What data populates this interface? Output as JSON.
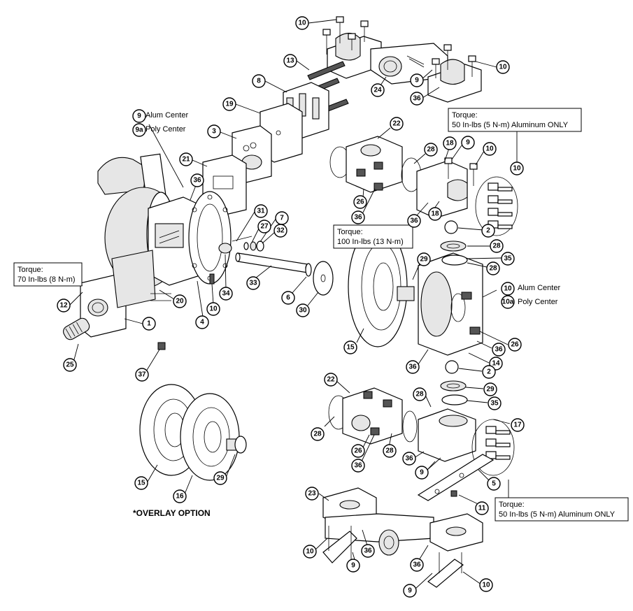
{
  "callouts": {
    "c10_top_left": "10",
    "c13": "13",
    "c24": "24",
    "c9_top": "9",
    "c36_top": "36",
    "c10_top_right": "10",
    "c8": "8",
    "c19": "19",
    "c3": "3",
    "c21": "21",
    "c36_mid": "36",
    "c31": "31",
    "c7": "7",
    "c27": "27",
    "c32": "32",
    "c12": "12",
    "c1": "1",
    "c25": "25",
    "c20": "20",
    "c4": "4",
    "c10_mid": "10",
    "c34": "34",
    "c33": "33",
    "c6": "6",
    "c30": "30",
    "c37": "37",
    "c22_top": "22",
    "c28_a": "28",
    "c18_a": "18",
    "c9_right": "9",
    "c10_right": "10",
    "c10_torque": "10",
    "c26_a": "26",
    "c36_a": "36",
    "c36_b": "36",
    "c18_b": "18",
    "c2_a": "2",
    "c28_b": "28",
    "c35_a": "35",
    "c28_c": "28",
    "c29_a": "29",
    "c10_center": "10",
    "c10a_center": "10a",
    "c15_a": "15",
    "c26_b": "26",
    "c36_c": "36",
    "c14": "14",
    "c36_d": "36",
    "c2_b": "2",
    "c29_b": "29",
    "c35_b": "35",
    "c22_b": "22",
    "c28_d": "28",
    "c17": "17",
    "c28_e": "28",
    "c26_c": "26",
    "c28_f": "28",
    "c36_e": "36",
    "c36_f": "36",
    "c9_b": "9",
    "c5": "5",
    "c11": "11",
    "c15_b": "15",
    "c16": "16",
    "c29_c": "29",
    "c23": "23",
    "c10_bl": "10",
    "c9_bl": "9",
    "c36_bl": "36",
    "c36_br": "36",
    "c9_br": "9",
    "c10_br": "10",
    "c9_center_left": "9",
    "c9a_center_left": "9a"
  },
  "labels": {
    "alum_center_left": "Alum Center",
    "poly_center_left": "Poly Center",
    "alum_center_right": "Alum Center",
    "poly_center_right": "Poly Center",
    "overlay_option": "*OVERLAY OPTION"
  },
  "torque_boxes": {
    "left": {
      "line1": "Torque:",
      "line2": "70 In-lbs (8 N-m)"
    },
    "middle": {
      "line1": "Torque:",
      "line2": "100 In-lbs (13 N-m)"
    },
    "top_right": {
      "line1": "Torque:",
      "line2": "50 In-lbs (5 N-m) Aluminum ONLY"
    },
    "bottom_right": {
      "line1": "Torque:",
      "line2": "50 In-lbs (5 N-m) Aluminum ONLY"
    }
  }
}
